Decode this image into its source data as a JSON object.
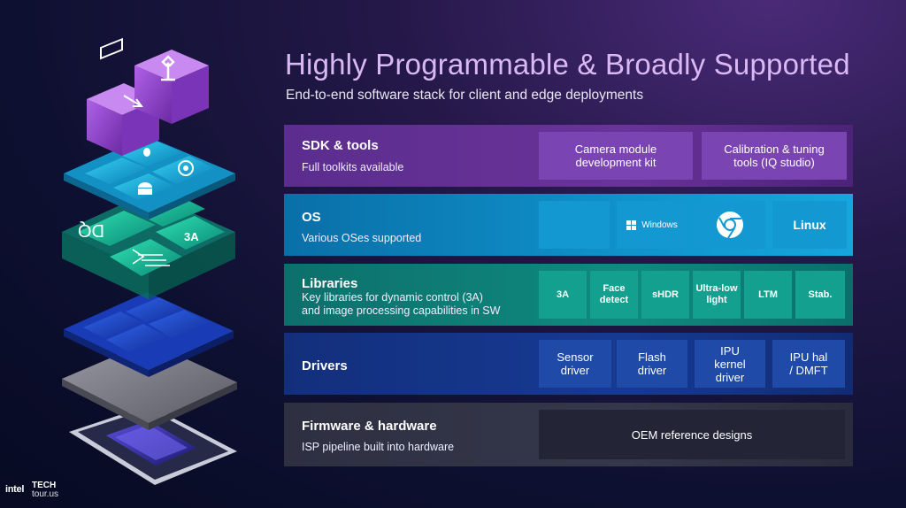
{
  "slide": {
    "title": "Highly Programmable & Broadly Supported",
    "subtitle": "End-to-end software stack for client and edge deployments"
  },
  "rows": {
    "sdk": {
      "title": "SDK & tools",
      "desc": "Full toolkits available",
      "items": [
        "Camera module\ndevelopment kit",
        "Calibration & tuning\ntools (IQ studio)"
      ]
    },
    "os": {
      "title": "OS",
      "desc": "Various OSes supported",
      "items": [
        "Windows",
        "",
        "Linux"
      ]
    },
    "libraries": {
      "title": "Libraries",
      "desc": "Key libraries  for dynamic control (3A)\nand image processing capabilities in SW",
      "items": [
        "3A",
        "Face\ndetect",
        "sHDR",
        "Ultra-low\nlight",
        "LTM",
        "Stab."
      ]
    },
    "drivers": {
      "title": "Drivers",
      "items": [
        "Sensor\ndriver",
        "Flash\ndriver",
        "IPU\nkernel\ndriver",
        "IPU hal\n/ DMFT"
      ]
    },
    "firmware": {
      "title": "Firmware & hardware",
      "desc": "ISP pipeline built into hardware",
      "items": [
        "OEM reference designs"
      ]
    }
  },
  "icons": {
    "windows": "windows-logo-icon",
    "chrome": "chrome-logo-icon",
    "android": "android-logo-icon",
    "linux": "linux-logo-icon"
  },
  "illustration_labels": {
    "lib_3a": "3A"
  },
  "footer": {
    "intel": "intel",
    "tech": "TECH",
    "tour": "tour.us"
  },
  "colors": {
    "title": "#d9b8f3",
    "sdk": "#6a3399",
    "os": "#0f8fc8",
    "libraries": "#0f8a7f",
    "drivers": "#163a93",
    "firmware": "#35374a"
  }
}
